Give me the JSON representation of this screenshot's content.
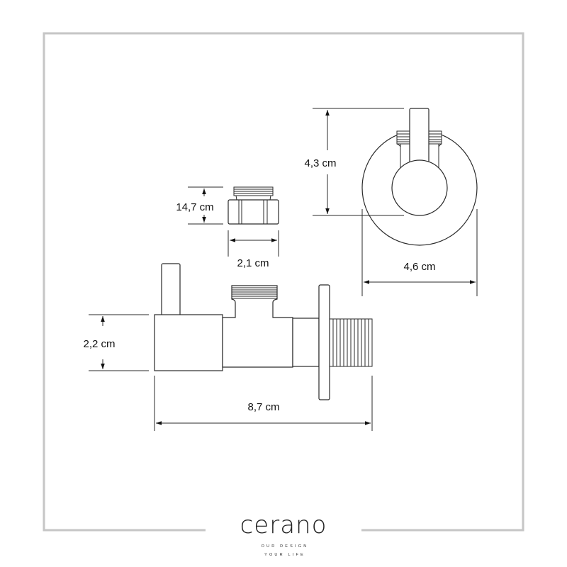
{
  "dimensions": {
    "adapter_height": "14,7 cm",
    "adapter_width": "2,1 cm",
    "rosette_height": "4,3 cm",
    "rosette_width": "4,6 cm",
    "valve_height": "2,2 cm",
    "valve_length": "8,7 cm"
  },
  "brand": {
    "name": "cerano",
    "tagline_1": "OUR DESIGN",
    "tagline_2": "YOUR LIFE"
  },
  "colors": {
    "frame": "#c6c6c6",
    "line": "#2a2a2a"
  }
}
